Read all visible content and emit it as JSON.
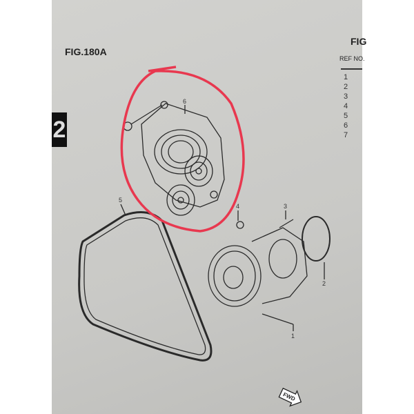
{
  "figure": {
    "title": "FIG.180A",
    "title_right": "FIG"
  },
  "ref_table": {
    "header": "REF NO.",
    "numbers": [
      "1",
      "2",
      "3",
      "4",
      "5",
      "6",
      "7"
    ]
  },
  "section_tab": "2",
  "callouts": [
    "1",
    "2",
    "3",
    "4",
    "5",
    "6"
  ],
  "direction_label": "FWD",
  "colors": {
    "paper": "#cdcdca",
    "highlight": "#e8384f",
    "ink": "#2a2a2a"
  }
}
